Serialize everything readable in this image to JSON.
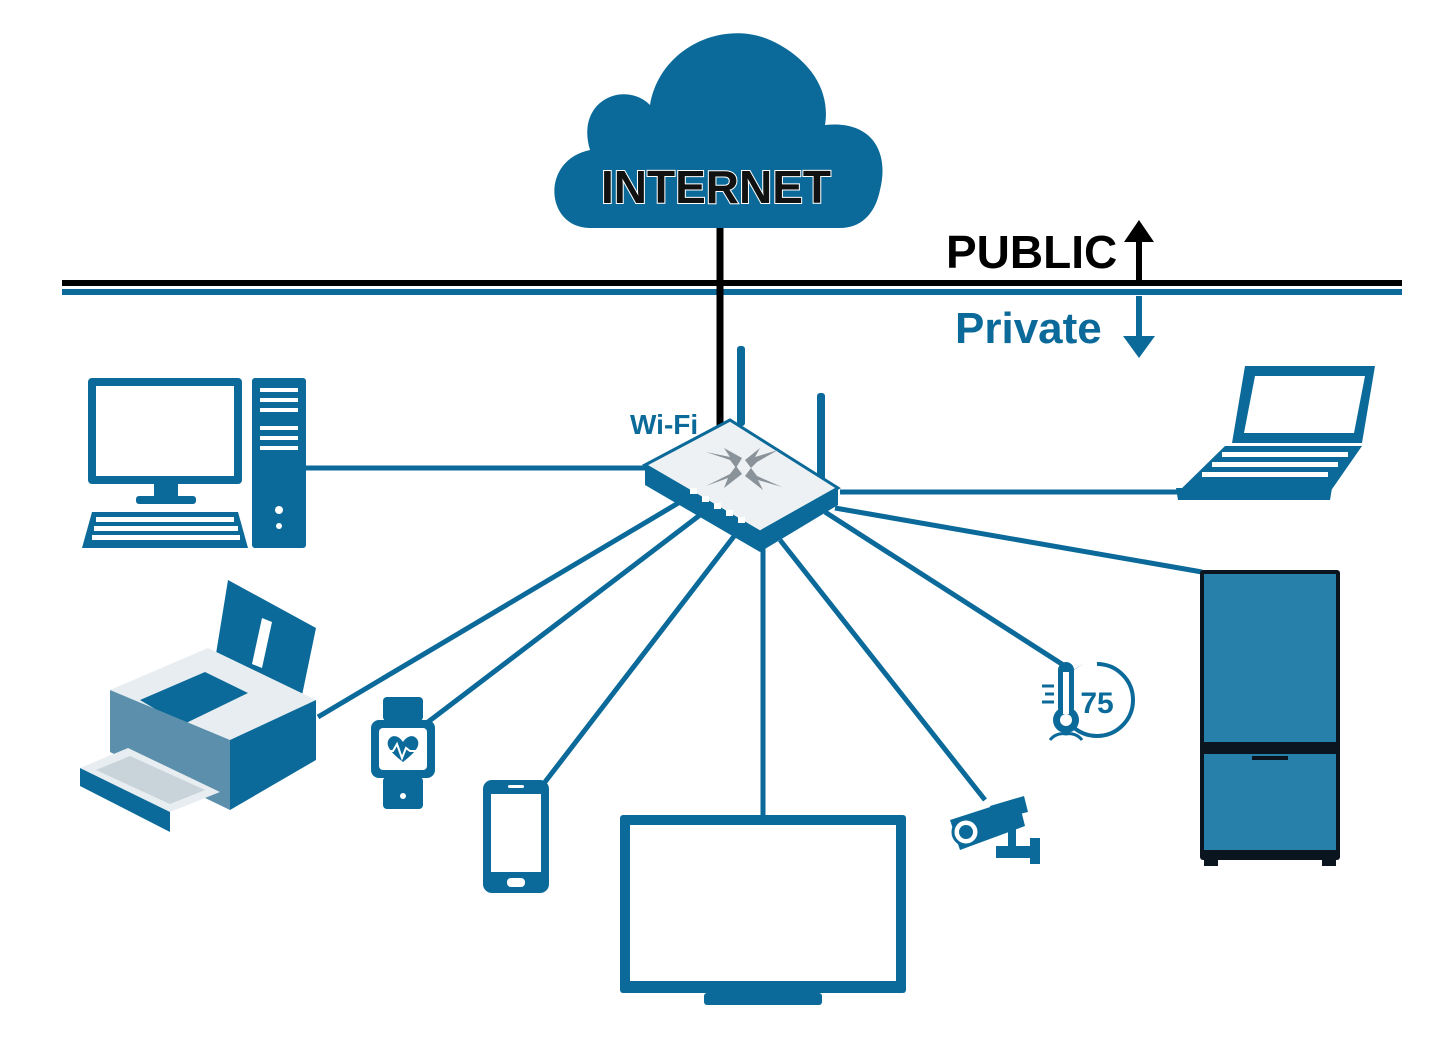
{
  "internet": {
    "label": "INTERNET"
  },
  "zones": {
    "public_label": "PUBLIC",
    "private_label": "Private"
  },
  "router": {
    "label": "Wi-Fi",
    "icon": "wifi-router-icon"
  },
  "devices": [
    {
      "name": "desktop-computer",
      "icon": "desktop-computer-icon"
    },
    {
      "name": "laptop",
      "icon": "laptop-icon"
    },
    {
      "name": "printer",
      "icon": "printer-icon"
    },
    {
      "name": "smartwatch",
      "icon": "smartwatch-heart-rate-icon"
    },
    {
      "name": "smartphone",
      "icon": "smartphone-icon"
    },
    {
      "name": "television",
      "icon": "tv-monitor-icon"
    },
    {
      "name": "security-camera",
      "icon": "security-camera-icon"
    },
    {
      "name": "smart-thermostat",
      "icon": "smart-thermostat-icon",
      "reading": "75"
    },
    {
      "name": "refrigerator",
      "icon": "refrigerator-icon"
    }
  ],
  "colors": {
    "primary": "#0b6a99",
    "fridge": "#2680aa",
    "line": "#0b6a99",
    "public_line": "#000000",
    "router_body": "#eef1f4",
    "router_arrows": "#8a9399"
  }
}
